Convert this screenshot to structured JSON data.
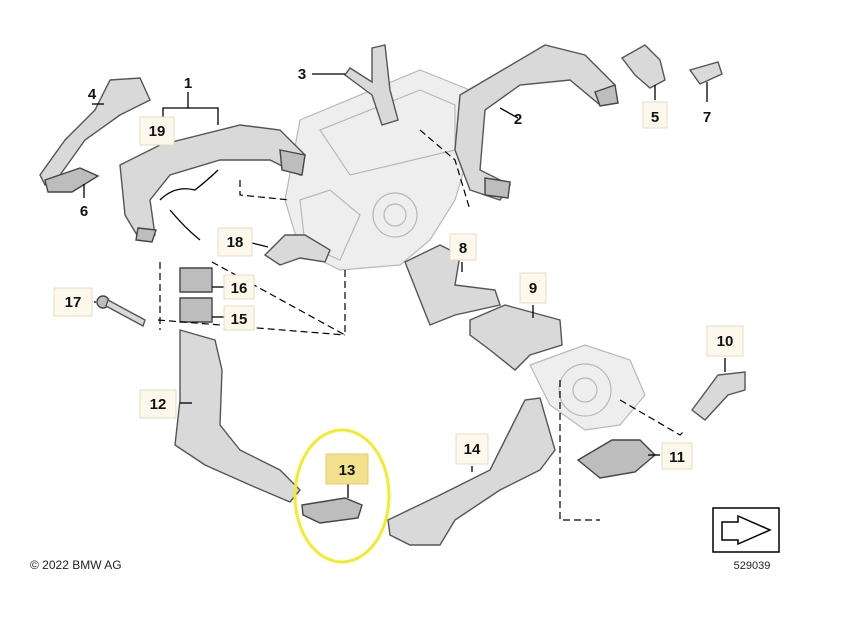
{
  "callouts": [
    {
      "id": "1",
      "boxed": false
    },
    {
      "id": "2",
      "boxed": false
    },
    {
      "id": "3",
      "boxed": false
    },
    {
      "id": "4",
      "boxed": false
    },
    {
      "id": "5",
      "boxed": true
    },
    {
      "id": "6",
      "boxed": false
    },
    {
      "id": "7",
      "boxed": false
    },
    {
      "id": "8",
      "boxed": true
    },
    {
      "id": "9",
      "boxed": true
    },
    {
      "id": "10",
      "boxed": true
    },
    {
      "id": "11",
      "boxed": true
    },
    {
      "id": "12",
      "boxed": true
    },
    {
      "id": "13",
      "boxed": true,
      "highlighted": true
    },
    {
      "id": "14",
      "boxed": true
    },
    {
      "id": "15",
      "boxed": true
    },
    {
      "id": "16",
      "boxed": true
    },
    {
      "id": "17",
      "boxed": true
    },
    {
      "id": "18",
      "boxed": true
    },
    {
      "id": "19",
      "boxed": true
    }
  ],
  "copyright": "© 2022 BMW AG",
  "doc_number": "529039",
  "colors": {
    "highlight_ring": "#f2ec2c",
    "highlight_box": "#f3e08c",
    "callout_box": "#fdf8ec",
    "part_gray": "#d9d9d9"
  }
}
